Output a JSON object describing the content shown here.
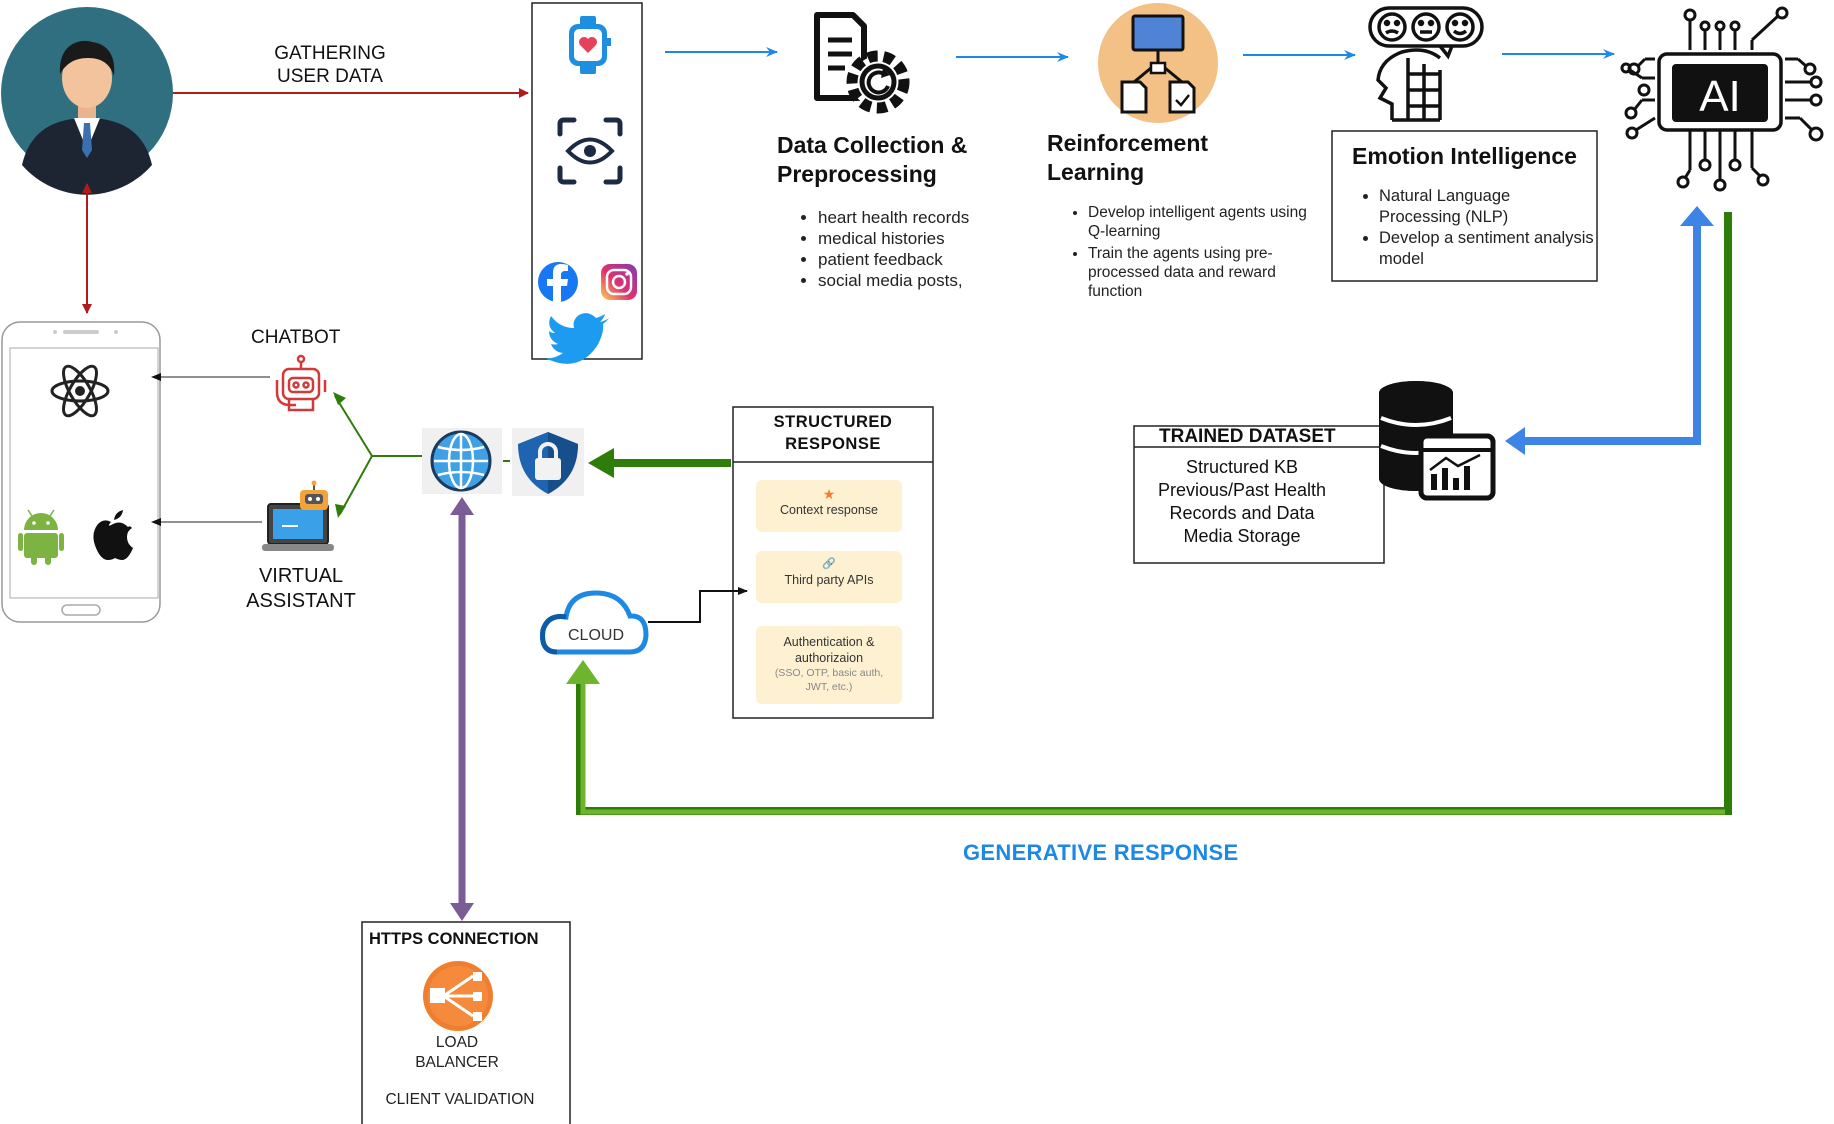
{
  "user_flow": {
    "gathering_label_1": "GATHERING",
    "gathering_label_2": "USER DATA"
  },
  "pipeline": {
    "data_collection": {
      "title_1": "Data Collection &",
      "title_2": "Preprocessing",
      "items": [
        "heart health records",
        "medical histories",
        "patient feedback",
        " social media posts,"
      ]
    },
    "reinforcement": {
      "title_1": "Reinforcement",
      "title_2": "Learning",
      "items": [
        "Develop intelligent agents using Q-learning",
        "Train the agents using pre-processed data and reward function"
      ]
    },
    "emotion": {
      "title": "Emotion Intelligence",
      "items": [
        "Natural Language Processing (NLP)",
        "Develop a sentiment analysis model"
      ]
    },
    "ai_label": "AI"
  },
  "trained_dataset": {
    "title": "TRAINED DATASET",
    "lines": [
      "Structured KB",
      "Previous/Past Health",
      "Records and Data",
      "Media Storage"
    ]
  },
  "structured_response": {
    "title_1": "STRUCTURED",
    "title_2": "RESPONSE",
    "cards": [
      {
        "label": "Context response"
      },
      {
        "label": "Third party APIs"
      },
      {
        "label_1": "Authentication &",
        "label_2": "authorizaion",
        "sub_1": "(SSO, OTP, basic auth,",
        "sub_2": "JWT, etc.)"
      }
    ]
  },
  "cloud_label": "CLOUD",
  "chatbot_label": "CHATBOT",
  "virtual_assistant": {
    "label_1": "VIRTUAL",
    "label_2": "ASSISTANT"
  },
  "https": {
    "title": "HTTPS CONNECTION",
    "lb_1": "LOAD",
    "lb_2": "BALANCER",
    "client_validation": "CLIENT VALIDATION"
  },
  "generative_response": "GENERATIVE RESPONSE",
  "icons": [
    "user-avatar-icon",
    "smartwatch-icon",
    "eye-scan-icon",
    "facebook-icon",
    "instagram-icon",
    "twitter-icon",
    "data-processing-gear-icon",
    "network-workflow-icon",
    "emotion-faces-head-icon",
    "ai-chip-icon",
    "database-chart-icon",
    "chatbot-robot-icon",
    "laptop-assistant-icon",
    "react-icon",
    "android-icon",
    "apple-icon",
    "globe-icon",
    "security-shield-lock-icon",
    "cloud-icon",
    "load-balancer-icon",
    "smartphone-icon"
  ],
  "colors": {
    "red_arrow": "#b01c1c",
    "blue_arrow": "#1e88e5",
    "green_dark": "#2e7d0b",
    "green_light": "#6cb52d",
    "purple": "#7a5c96",
    "blue_bold": "#3d84e6",
    "generative_text": "#1e88e5",
    "card_bg": "#fdf1d2"
  }
}
